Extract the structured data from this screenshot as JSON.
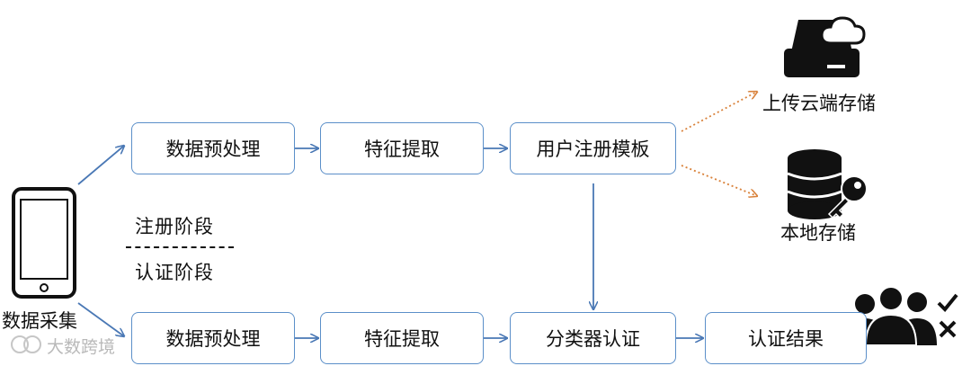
{
  "top_row": {
    "preprocess": "数据预处理",
    "feature": "特征提取",
    "template": "用户注册模板"
  },
  "bottom_row": {
    "preprocess": "数据预处理",
    "feature": "特征提取",
    "classifier": "分类器认证",
    "result": "认证结果"
  },
  "phase": {
    "registration": "注册阶段",
    "authentication": "认证阶段"
  },
  "phone_label": "数据采集",
  "storage": {
    "cloud": "上传云端存储",
    "local": "本地存储"
  },
  "watermark": "大数跨境",
  "colors": {
    "box_border": "#5b8fc9",
    "arrow": "#4a78b5",
    "dotted_arrow": "#d9823b"
  }
}
